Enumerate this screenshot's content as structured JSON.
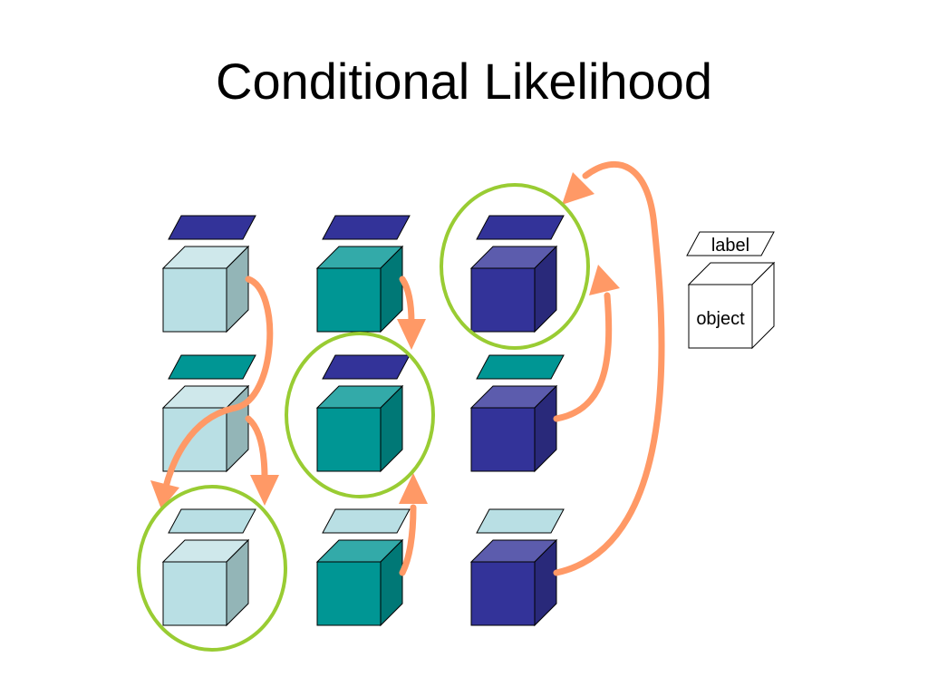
{
  "slide": {
    "title": "Conditional Likelihood"
  },
  "legend": {
    "label_text": "label",
    "object_text": "object"
  },
  "colors": {
    "light_cube": "#b9dfe4",
    "teal_cube": "#009694",
    "navy_cube": "#333399",
    "navy_label": "#333399",
    "teal_label": "#009694",
    "light_label": "#b9dfe4",
    "arrow": "#ff9966",
    "circle": "#99cc33",
    "outline": "#000000",
    "legend_fill": "#ffffff"
  },
  "grid": {
    "columns": [
      {
        "cells": [
          {
            "label": "navy",
            "object": "light"
          },
          {
            "label": "teal",
            "object": "light"
          },
          {
            "label": "light",
            "object": "light"
          }
        ]
      },
      {
        "cells": [
          {
            "label": "navy",
            "object": "teal"
          },
          {
            "label": "navy",
            "object": "teal"
          },
          {
            "label": "light",
            "object": "teal"
          }
        ]
      },
      {
        "cells": [
          {
            "label": "navy",
            "object": "navy"
          },
          {
            "label": "teal",
            "object": "navy"
          },
          {
            "label": "light",
            "object": "navy"
          }
        ]
      }
    ]
  }
}
